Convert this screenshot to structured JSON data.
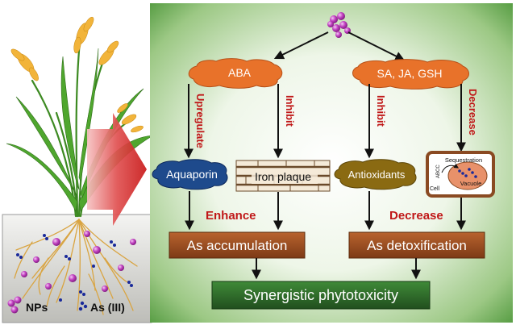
{
  "pathway": {
    "nodes": {
      "aba": "ABA",
      "sa_ja_gsh": "SA, JA, GSH",
      "aquaporin": "Aquaporin",
      "iron_plaque": "Iron plaque",
      "antioxidants": "Antioxidants",
      "vacuole_title": "Sequestration",
      "vacuole_label": "Vacuole",
      "vacuole_abcc": "ABCC",
      "vacuole_cell": "Cell",
      "as_accumulation": "As accumulation",
      "as_detoxification": "As detoxification",
      "synergistic": "Synergistic phytotoxicity"
    },
    "edges": {
      "upregulate": "Upregulate",
      "inhibit_left": "Inhibit",
      "inhibit_right": "Inhibit",
      "decrease_vertical": "Decrease",
      "enhance": "Enhance",
      "decrease_mid": "Decrease"
    }
  },
  "legend": {
    "nps": "NPs",
    "as3": "As (III)"
  },
  "colors": {
    "panel_edge": "#3c8c2a",
    "panel_center": "#ffffff",
    "orange_node": "#e8722a",
    "blue_node": "#1e4a8c",
    "olive_node": "#8a6a12",
    "brown_box": "#9a4e22",
    "green_box": "#2f6e2a",
    "red_label": "#c01818",
    "big_arrow": "#d41e1e",
    "np_purple": "#c040c0",
    "as_blue": "#1a2a9a"
  }
}
